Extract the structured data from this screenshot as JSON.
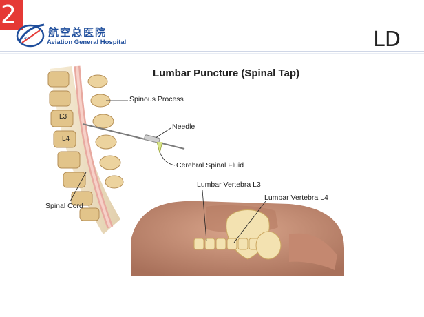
{
  "slide": {
    "number": "2",
    "corner_title": "LD"
  },
  "header": {
    "hospital_cn": "航空总医院",
    "hospital_en": "Aviation General Hospital",
    "logo_text": "AVIC"
  },
  "figure": {
    "title": "Lumbar Puncture (Spinal Tap)",
    "labels": {
      "spinous_process": "Spinous Process",
      "needle": "Needle",
      "csf": "Cerebral Spinal Fluid",
      "spinal_cord": "Spinal Cord",
      "lumbar_l3": "Lumbar Vertebra L3",
      "lumbar_l4": "Lumbar Vertebra L4",
      "l3": "L3",
      "l4": "L4"
    }
  },
  "colors": {
    "badge": "#e53935",
    "brand_blue": "#1f4e9c",
    "bone": "#e7cf9b",
    "skin": "#c98f74"
  }
}
